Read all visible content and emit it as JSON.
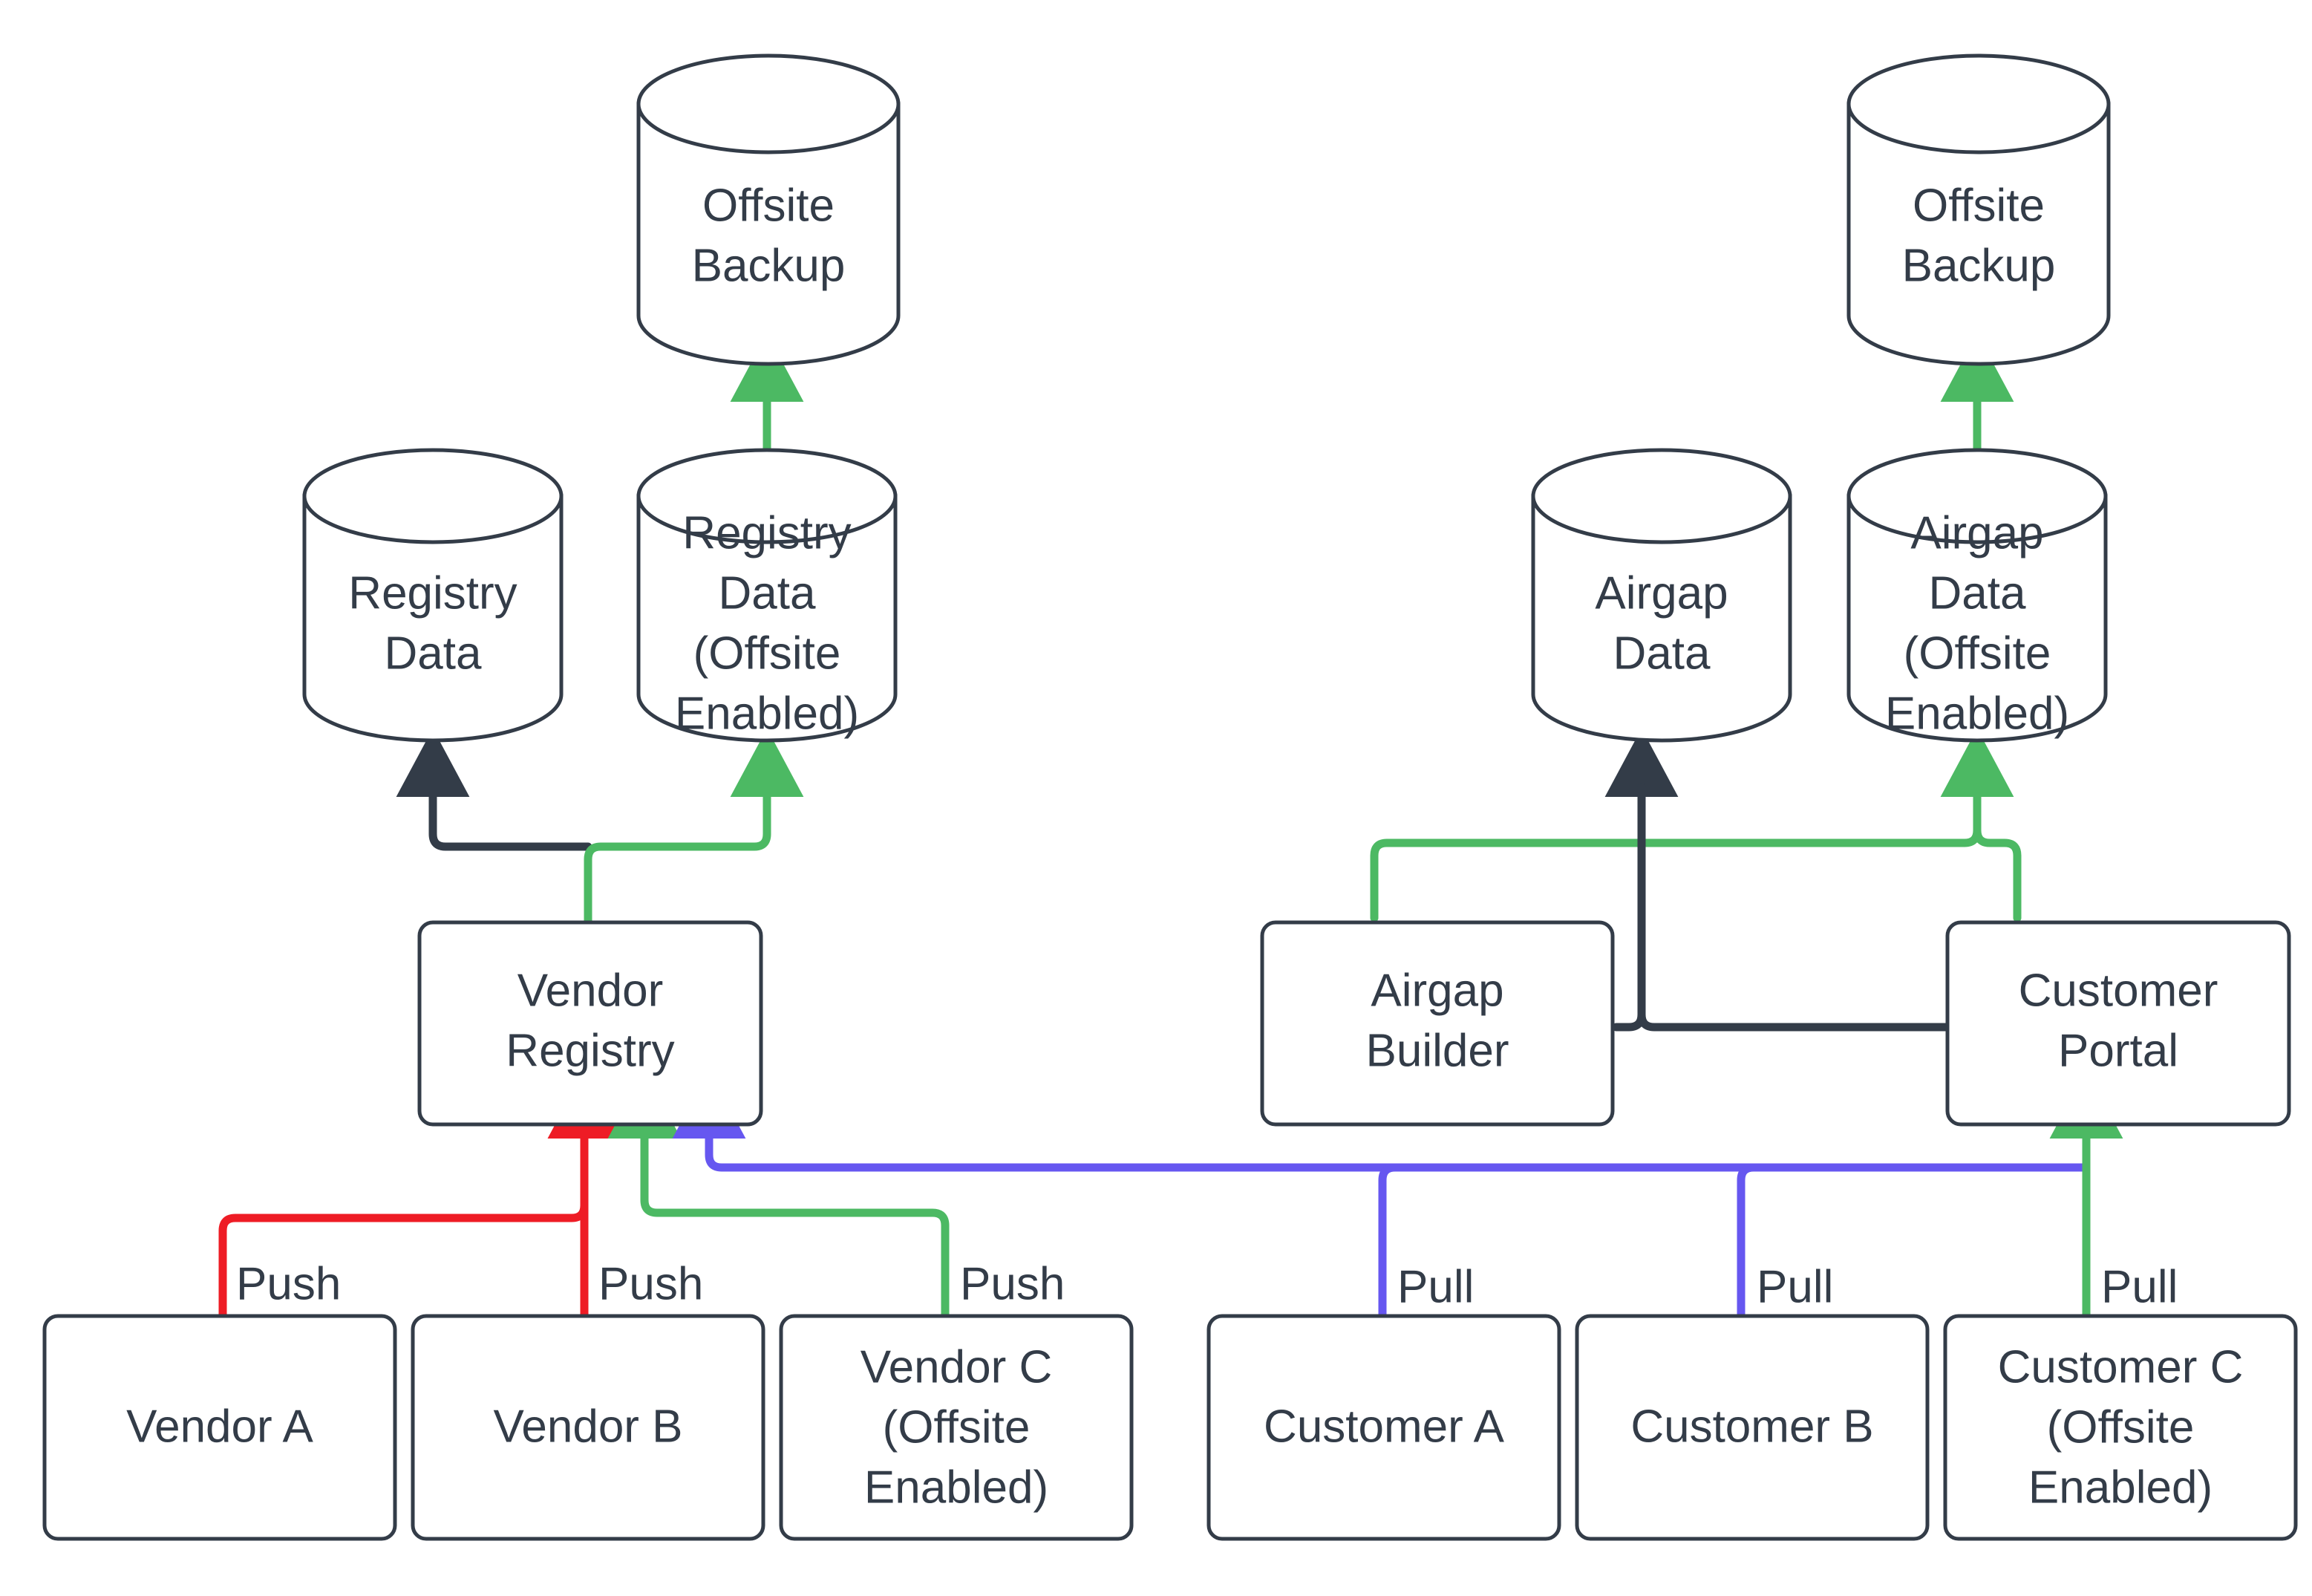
{
  "diagram": {
    "type": "flowchart",
    "background_color": "#ffffff",
    "node_stroke_color": "#333c48",
    "node_fill_color": "#ffffff",
    "text_color": "#333c48",
    "edge_colors": {
      "default": "#333c48",
      "offsite": "#4cb963",
      "push": "#ee1c25",
      "pull": "#6657f0"
    },
    "nodes": [
      {
        "id": "offsite-backup-left",
        "shape": "cylinder",
        "lines": [
          "Offsite",
          "Backup"
        ]
      },
      {
        "id": "registry-data",
        "shape": "cylinder",
        "lines": [
          "Registry",
          "Data"
        ]
      },
      {
        "id": "registry-data-offsite",
        "shape": "cylinder",
        "lines": [
          "Registry",
          "Data",
          "(Offsite",
          "Enabled)"
        ]
      },
      {
        "id": "vendor-registry",
        "shape": "box",
        "lines": [
          "Vendor",
          "Registry"
        ]
      },
      {
        "id": "vendor-a",
        "shape": "box",
        "lines": [
          "Vendor A"
        ]
      },
      {
        "id": "vendor-b",
        "shape": "box",
        "lines": [
          "Vendor B"
        ]
      },
      {
        "id": "vendor-c-offsite",
        "shape": "box",
        "lines": [
          "Vendor C",
          "(Offsite",
          "Enabled)"
        ]
      },
      {
        "id": "offsite-backup-right",
        "shape": "cylinder",
        "lines": [
          "Offsite",
          "Backup"
        ]
      },
      {
        "id": "airgap-data",
        "shape": "cylinder",
        "lines": [
          "Airgap",
          "Data"
        ]
      },
      {
        "id": "airgap-data-offsite",
        "shape": "cylinder",
        "lines": [
          "Airgap",
          "Data",
          "(Offsite",
          "Enabled)"
        ]
      },
      {
        "id": "airgap-builder",
        "shape": "box",
        "lines": [
          "Airgap",
          "Builder"
        ]
      },
      {
        "id": "customer-portal",
        "shape": "box",
        "lines": [
          "Customer",
          "Portal"
        ]
      },
      {
        "id": "customer-a",
        "shape": "box",
        "lines": [
          "Customer A"
        ]
      },
      {
        "id": "customer-b",
        "shape": "box",
        "lines": [
          "Customer B"
        ]
      },
      {
        "id": "customer-c-offsite",
        "shape": "box",
        "lines": [
          "Customer C",
          "(Offsite",
          "Enabled)"
        ]
      }
    ],
    "edge_labels": [
      {
        "id": "push-vendor-a",
        "text": "Push",
        "color": "#ee1c25"
      },
      {
        "id": "push-vendor-b",
        "text": "Push",
        "color": "#ee1c25"
      },
      {
        "id": "push-vendor-c",
        "text": "Push",
        "color": "#4cb963"
      },
      {
        "id": "pull-customer-a",
        "text": "Pull",
        "color": "#6657f0"
      },
      {
        "id": "pull-customer-b",
        "text": "Pull",
        "color": "#6657f0"
      },
      {
        "id": "pull-customer-c",
        "text": "Pull",
        "color": "#4cb963"
      }
    ],
    "edges": [
      {
        "from": "registry-data-offsite",
        "to": "offsite-backup-left",
        "color": "#4cb963"
      },
      {
        "from": "vendor-registry",
        "to": "registry-data",
        "color": "#333c48"
      },
      {
        "from": "vendor-registry",
        "to": "registry-data-offsite",
        "color": "#4cb963"
      },
      {
        "from": "vendor-a",
        "to": "vendor-registry",
        "color": "#ee1c25",
        "label": "Push"
      },
      {
        "from": "vendor-b",
        "to": "vendor-registry",
        "color": "#ee1c25",
        "label": "Push"
      },
      {
        "from": "vendor-c-offsite",
        "to": "vendor-registry",
        "color": "#4cb963",
        "label": "Push"
      },
      {
        "from": "customer-portal",
        "to": "vendor-registry",
        "color": "#6657f0"
      },
      {
        "from": "airgap-data-offsite",
        "to": "offsite-backup-right",
        "color": "#4cb963"
      },
      {
        "from": "airgap-builder",
        "to": "airgap-data",
        "color": "#333c48"
      },
      {
        "from": "airgap-builder",
        "to": "airgap-data-offsite",
        "color": "#4cb963"
      },
      {
        "from": "customer-portal",
        "to": "airgap-data",
        "color": "#333c48"
      },
      {
        "from": "customer-portal",
        "to": "airgap-data-offsite",
        "color": "#4cb963"
      },
      {
        "from": "customer-a",
        "to": "customer-portal",
        "color": "#6657f0",
        "label": "Pull"
      },
      {
        "from": "customer-b",
        "to": "customer-portal",
        "color": "#6657f0",
        "label": "Pull"
      },
      {
        "from": "customer-c-offsite",
        "to": "customer-portal",
        "color": "#4cb963",
        "label": "Pull"
      }
    ]
  }
}
